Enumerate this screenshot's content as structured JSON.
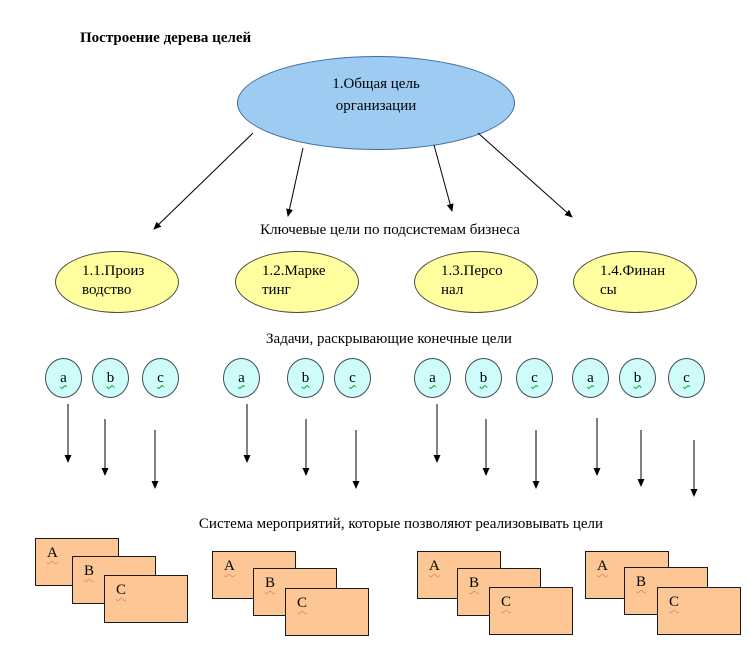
{
  "title": "Построение дерева целей",
  "root_goal": {
    "line1": "1.Общая цель",
    "line2": "организации"
  },
  "labels": {
    "key_goals": "Ключевые цели по подсистемам бизнеса",
    "tasks": "Задачи, раскрывающие конечные цели",
    "actions": "Система мероприятий, которые позволяют реализовывать цели"
  },
  "subsystems": [
    {
      "line1": "1.1.Произ",
      "line2": "водство"
    },
    {
      "line1": "1.2.Марке",
      "line2": "тинг"
    },
    {
      "line1": "1.3.Персо",
      "line2": "нал"
    },
    {
      "line1": "1.4.Финан",
      "line2": "сы"
    }
  ],
  "task_letters": [
    "a",
    "b",
    "c"
  ],
  "action_letters": [
    "A",
    "B",
    "C"
  ],
  "colors": {
    "root_fill": "#9DCBF2",
    "root_border": "#3C6E9F",
    "subsystem_fill": "#FFFFA0",
    "task_fill": "#CDFCFB",
    "action_fill": "#FCC795",
    "arrow": "#000000",
    "spellcheck_green": "#00A000",
    "spellcheck_red": "#D65C5C"
  }
}
